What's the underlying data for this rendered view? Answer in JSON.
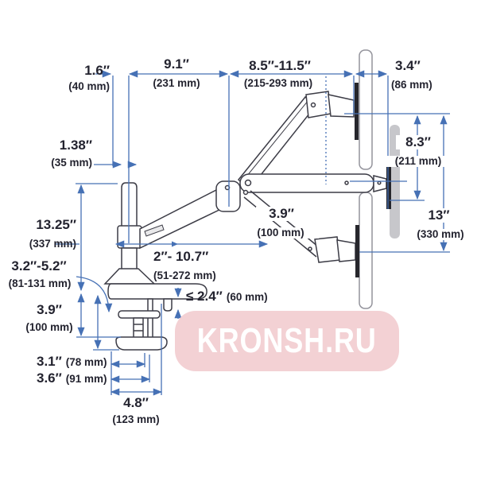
{
  "colors": {
    "dimension_blue": "#4671b5",
    "drawing_outline": "#3c3c46",
    "monitor_gray": "#94949c",
    "ghost_fill": "#c7c7cb",
    "vesa_dark": "#26262c",
    "label_text": "#23232f",
    "watermark_bg": "#f2cdd1",
    "watermark_text": "#ffffff"
  },
  "watermark": {
    "text": "KRONSH.RU"
  },
  "dims": {
    "pole_offset": {
      "in": "1.6″",
      "mm": "(40 mm)"
    },
    "arm_reach": {
      "in": "9.1″",
      "mm": "(231 mm)"
    },
    "lift_range": {
      "in": "8.5″-11.5″",
      "mm": "(215-293 mm)"
    },
    "depth": {
      "in": "3.4″",
      "mm": "(86 mm)"
    },
    "pole_diameter": {
      "in": "1.38″",
      "mm": "(35 mm)"
    },
    "drop_mid": {
      "in": "8.3″",
      "mm": "(211 mm)"
    },
    "drop_total": {
      "in": "13″",
      "mm": "(330 mm)"
    },
    "pole_height": {
      "in": "13.25″",
      "mm": "(337 mm)"
    },
    "extension": {
      "in": "2″- 10.7″",
      "mm": "(51-272 mm)"
    },
    "forearm": {
      "in": "3.9″",
      "mm": "(100 mm)"
    },
    "clamp_range": {
      "in": "3.2″-5.2″",
      "mm": "(81-131 mm)"
    },
    "clamp_height": {
      "in": "3.9″",
      "mm": "(100 mm)"
    },
    "desk_thickness": {
      "in": "≤ 2.4″",
      "mm": "(60 mm)"
    },
    "base_width_1": {
      "in": "3.1″",
      "mm": "(78 mm)"
    },
    "base_width_2": {
      "in": "3.6″",
      "mm": "(91 mm)"
    },
    "base_width_3": {
      "in": "4.8″",
      "mm": "(123 mm)"
    }
  }
}
